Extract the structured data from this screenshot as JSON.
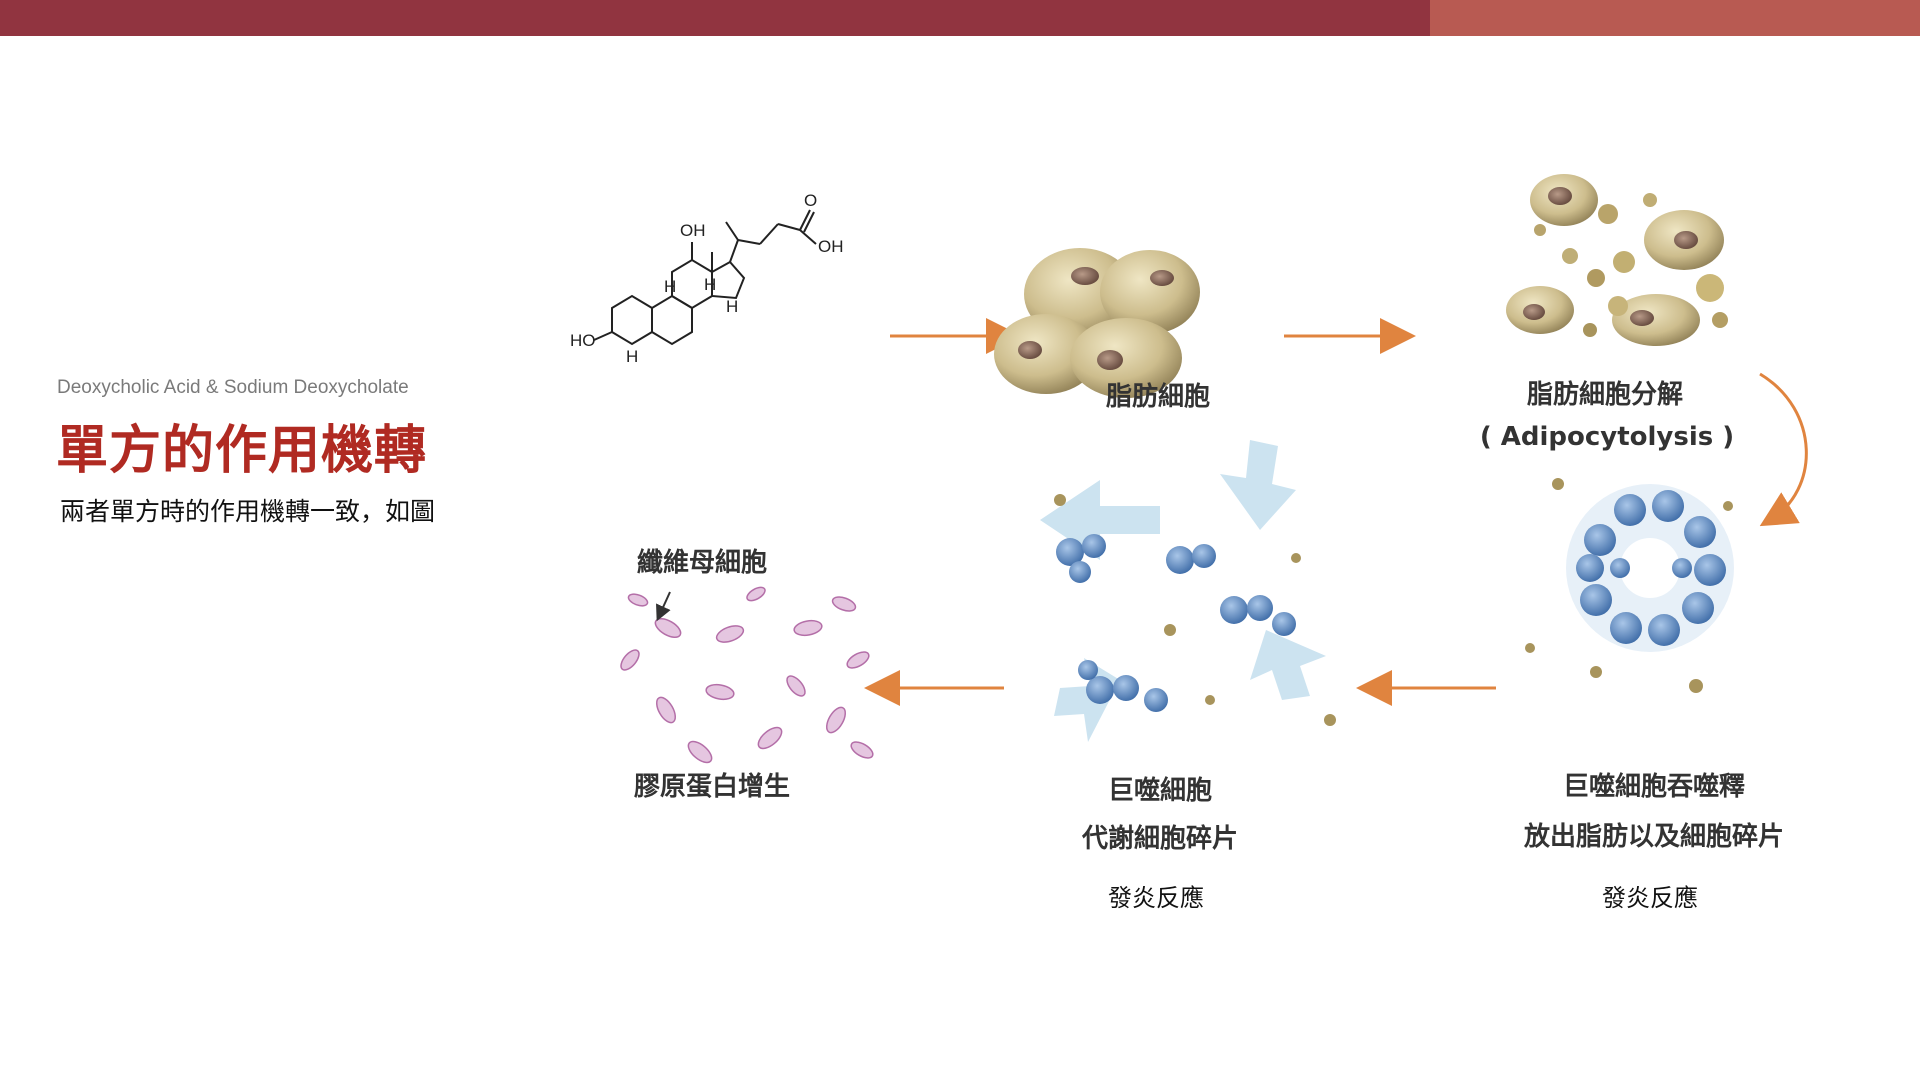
{
  "header": {
    "bar_colors": [
      "#913440",
      "#b85a52"
    ]
  },
  "slide": {
    "subtitle": "Deoxycholic Acid & Sodium Deoxycholate",
    "title": "單方的作用機轉",
    "description": "兩者單方時的作用機轉一致，如圖"
  },
  "figure": {
    "molecule_labels": {
      "oh_top": "OH",
      "oh_acid": "OH",
      "oxygen": "O",
      "ho": "HO",
      "h": "H"
    },
    "steps": {
      "fat_cells": {
        "label": "脂肪細胞"
      },
      "adipocytolysis": {
        "label": "脂肪細胞分解",
        "sublabel": "( Adipocytolysis )"
      },
      "macrophage_engulf": {
        "label": "巨噬細胞吞噬釋",
        "sublabel": "放出脂肪以及細胞碎片",
        "note": "發炎反應"
      },
      "macrophage_metabolize": {
        "label": "巨噬細胞",
        "sublabel": "代謝細胞碎片",
        "note": "發炎反應"
      },
      "fibroblast": {
        "label": "纖維母細胞"
      },
      "collagen": {
        "label": "膠原蛋白增生"
      }
    },
    "colors": {
      "arrow": "#e0843f",
      "fat": "#c9b98a",
      "macrophage": "#5b8cc8",
      "fibro": "#b46fa8"
    }
  }
}
